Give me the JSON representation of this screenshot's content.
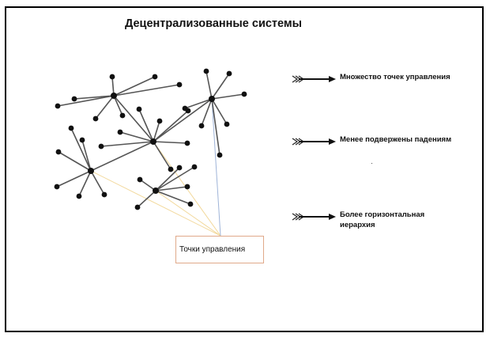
{
  "title": "Децентрализованные системы",
  "callout": {
    "label": "Точки управления"
  },
  "features": [
    {
      "text": "Множество точек управления",
      "icon": "arrow-right-icon"
    },
    {
      "text": "Менее подвержены падениям",
      "icon": "arrow-right-icon"
    },
    {
      "text": "Более горизонтальная иерархия",
      "icon": "arrow-right-icon"
    }
  ],
  "colors": {
    "node": "#111111",
    "edge": "#555555",
    "callout_border": "#e0a98a",
    "callout_line": "#f2d89a",
    "callout_line_blue": "#9fb4d8"
  }
}
